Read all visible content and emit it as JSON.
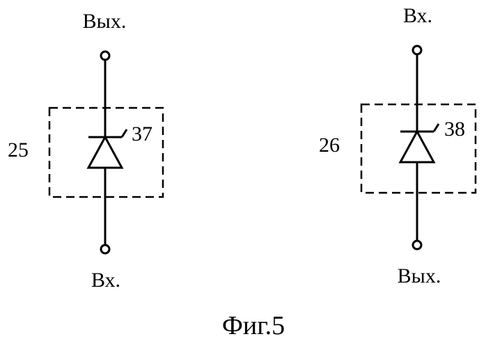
{
  "figure": {
    "caption": "Фиг.5"
  },
  "diagrams": [
    {
      "block_label": "25",
      "element_label": "37",
      "top_terminal": "Вых.",
      "bottom_terminal": "Вх."
    },
    {
      "block_label": "26",
      "element_label": "38",
      "top_terminal": "Вх.",
      "bottom_terminal": "Вых."
    }
  ],
  "colors": {
    "ink": "#000000",
    "background": "#ffffff"
  }
}
